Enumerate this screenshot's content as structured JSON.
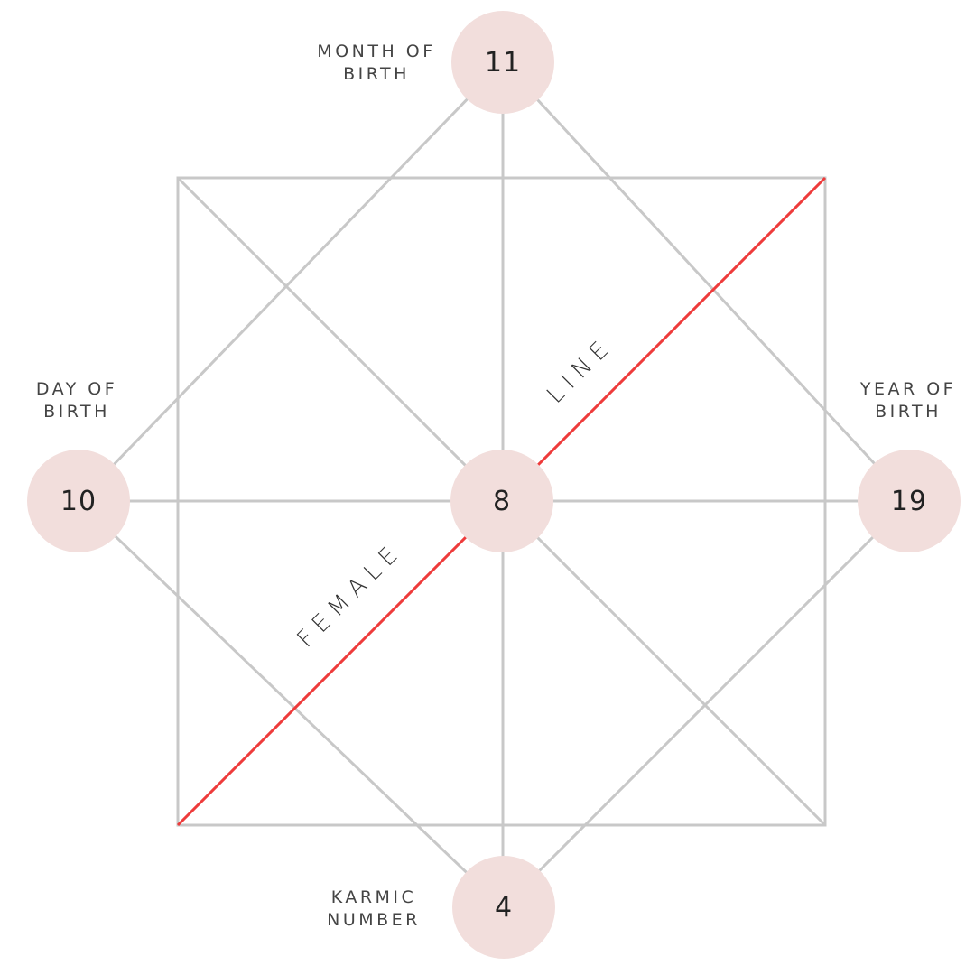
{
  "colors": {
    "node_fill": "#f2dedc",
    "grid_line": "#c8c8c8",
    "highlight_line": "#ee3b3b"
  },
  "nodes": {
    "month": {
      "value": "11"
    },
    "day": {
      "value": "10"
    },
    "center": {
      "value": "8"
    },
    "year": {
      "value": "19"
    },
    "karmic": {
      "value": "4"
    }
  },
  "labels": {
    "month": [
      "MONTH OF",
      "BIRTH"
    ],
    "day": [
      "DAY OF",
      "BIRTH"
    ],
    "year": [
      "YEAR OF",
      "BIRTH"
    ],
    "karmic": [
      "KARMIC",
      "NUMBER"
    ]
  },
  "line_label": {
    "female": "F E M A L E",
    "line": "L I N E"
  }
}
